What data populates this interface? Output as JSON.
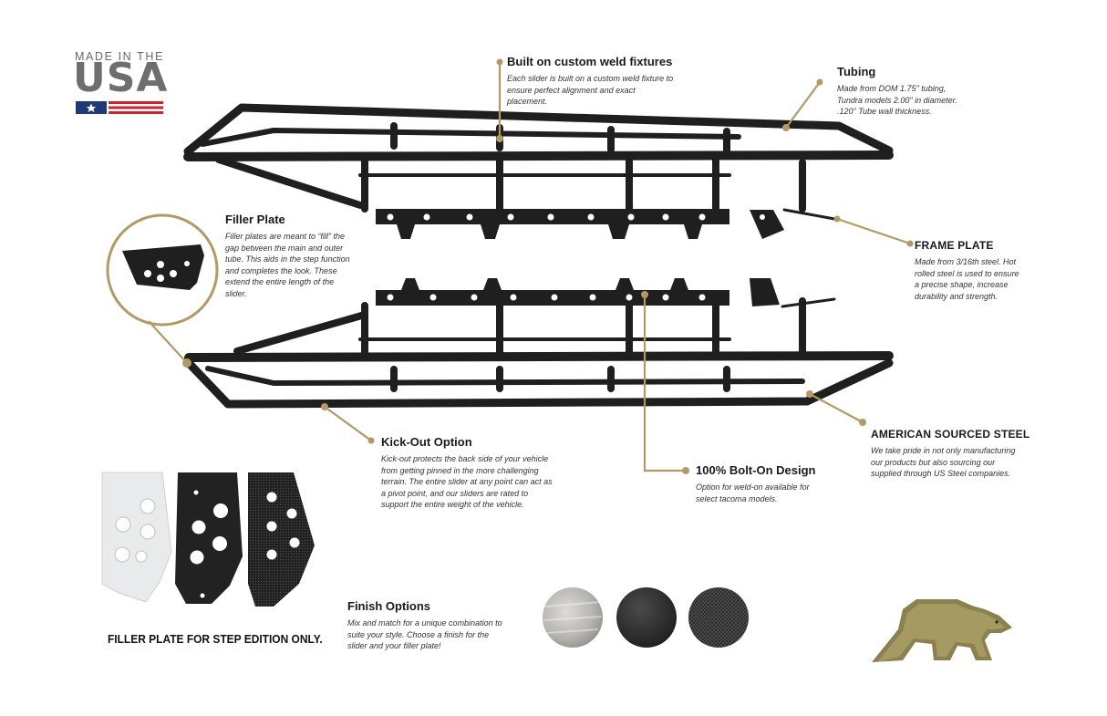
{
  "badge": {
    "line1": "MADE IN THE",
    "line2": "USA"
  },
  "colors": {
    "accent": "#b19a66",
    "steel": "#1f1f1f",
    "flag_blue": "#1e3a78",
    "flag_red": "#c8262c",
    "bear": "#8a8050"
  },
  "callouts": {
    "weld": {
      "title": "Built on custom weld fixtures",
      "text": "Each slider is built on a custom weld fixture to ensure perfect alignment and exact placement."
    },
    "tubing": {
      "title": "Tubing",
      "text": "Made from DOM 1.75\" tubing, Tundra models 2.00\" in diameter. .120\" Tube wall thickness."
    },
    "filler": {
      "title": "Filler Plate",
      "text": "Filler plates are meant to “fill” the gap between the main and outer tube. This aids in the step function and completes the look. These extend the entire length of the slider."
    },
    "frame": {
      "title": "FRAME PLATE",
      "text": "Made from 3/16th steel. Hot rolled steel is used to ensure a precise shape, increase durability and strength."
    },
    "kickout": {
      "title": "Kick-Out Option",
      "text": "Kick-out protects the back side of your vehicle from getting pinned in the more challenging terrain. The entire slider at any point can act as a pivot point, and our sliders are rated to support the entire weight of the vehicle."
    },
    "bolton": {
      "title": "100% Bolt-On Design",
      "text": "Option for weld-on available for select tacoma models."
    },
    "steel": {
      "title": "AMERICAN SOURCED STEEL",
      "text": "We take pride in not only manufacturing our products but also sourcing our supplied through US Steel companies."
    },
    "finish": {
      "title": "Finish Options",
      "text": "Mix and match for a unique combination to suite your style. Choose a finish for the slider and your filler plate!"
    }
  },
  "filler_note": "FILLER PLATE FOR STEP EDITION ONLY.",
  "icons": {
    "flag": "usa-flag-icon",
    "bear": "bear-logo-icon"
  },
  "finishes": [
    "bare-steel",
    "black-satin",
    "black-textured"
  ]
}
